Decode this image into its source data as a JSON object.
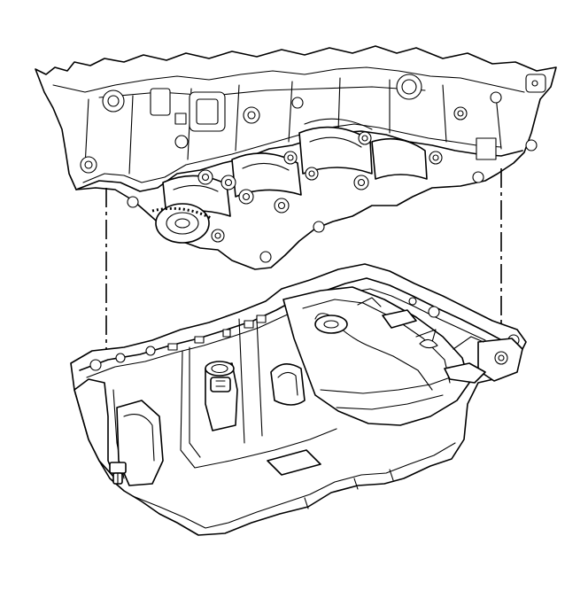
{
  "figure": {
    "subject": "engine-block-and-oil-pan-exploded-view",
    "components": [
      "engine-block",
      "crankshaft",
      "oil-pan",
      "alignment-lines"
    ],
    "line_color": "#000000",
    "background_color": "#ffffff"
  }
}
